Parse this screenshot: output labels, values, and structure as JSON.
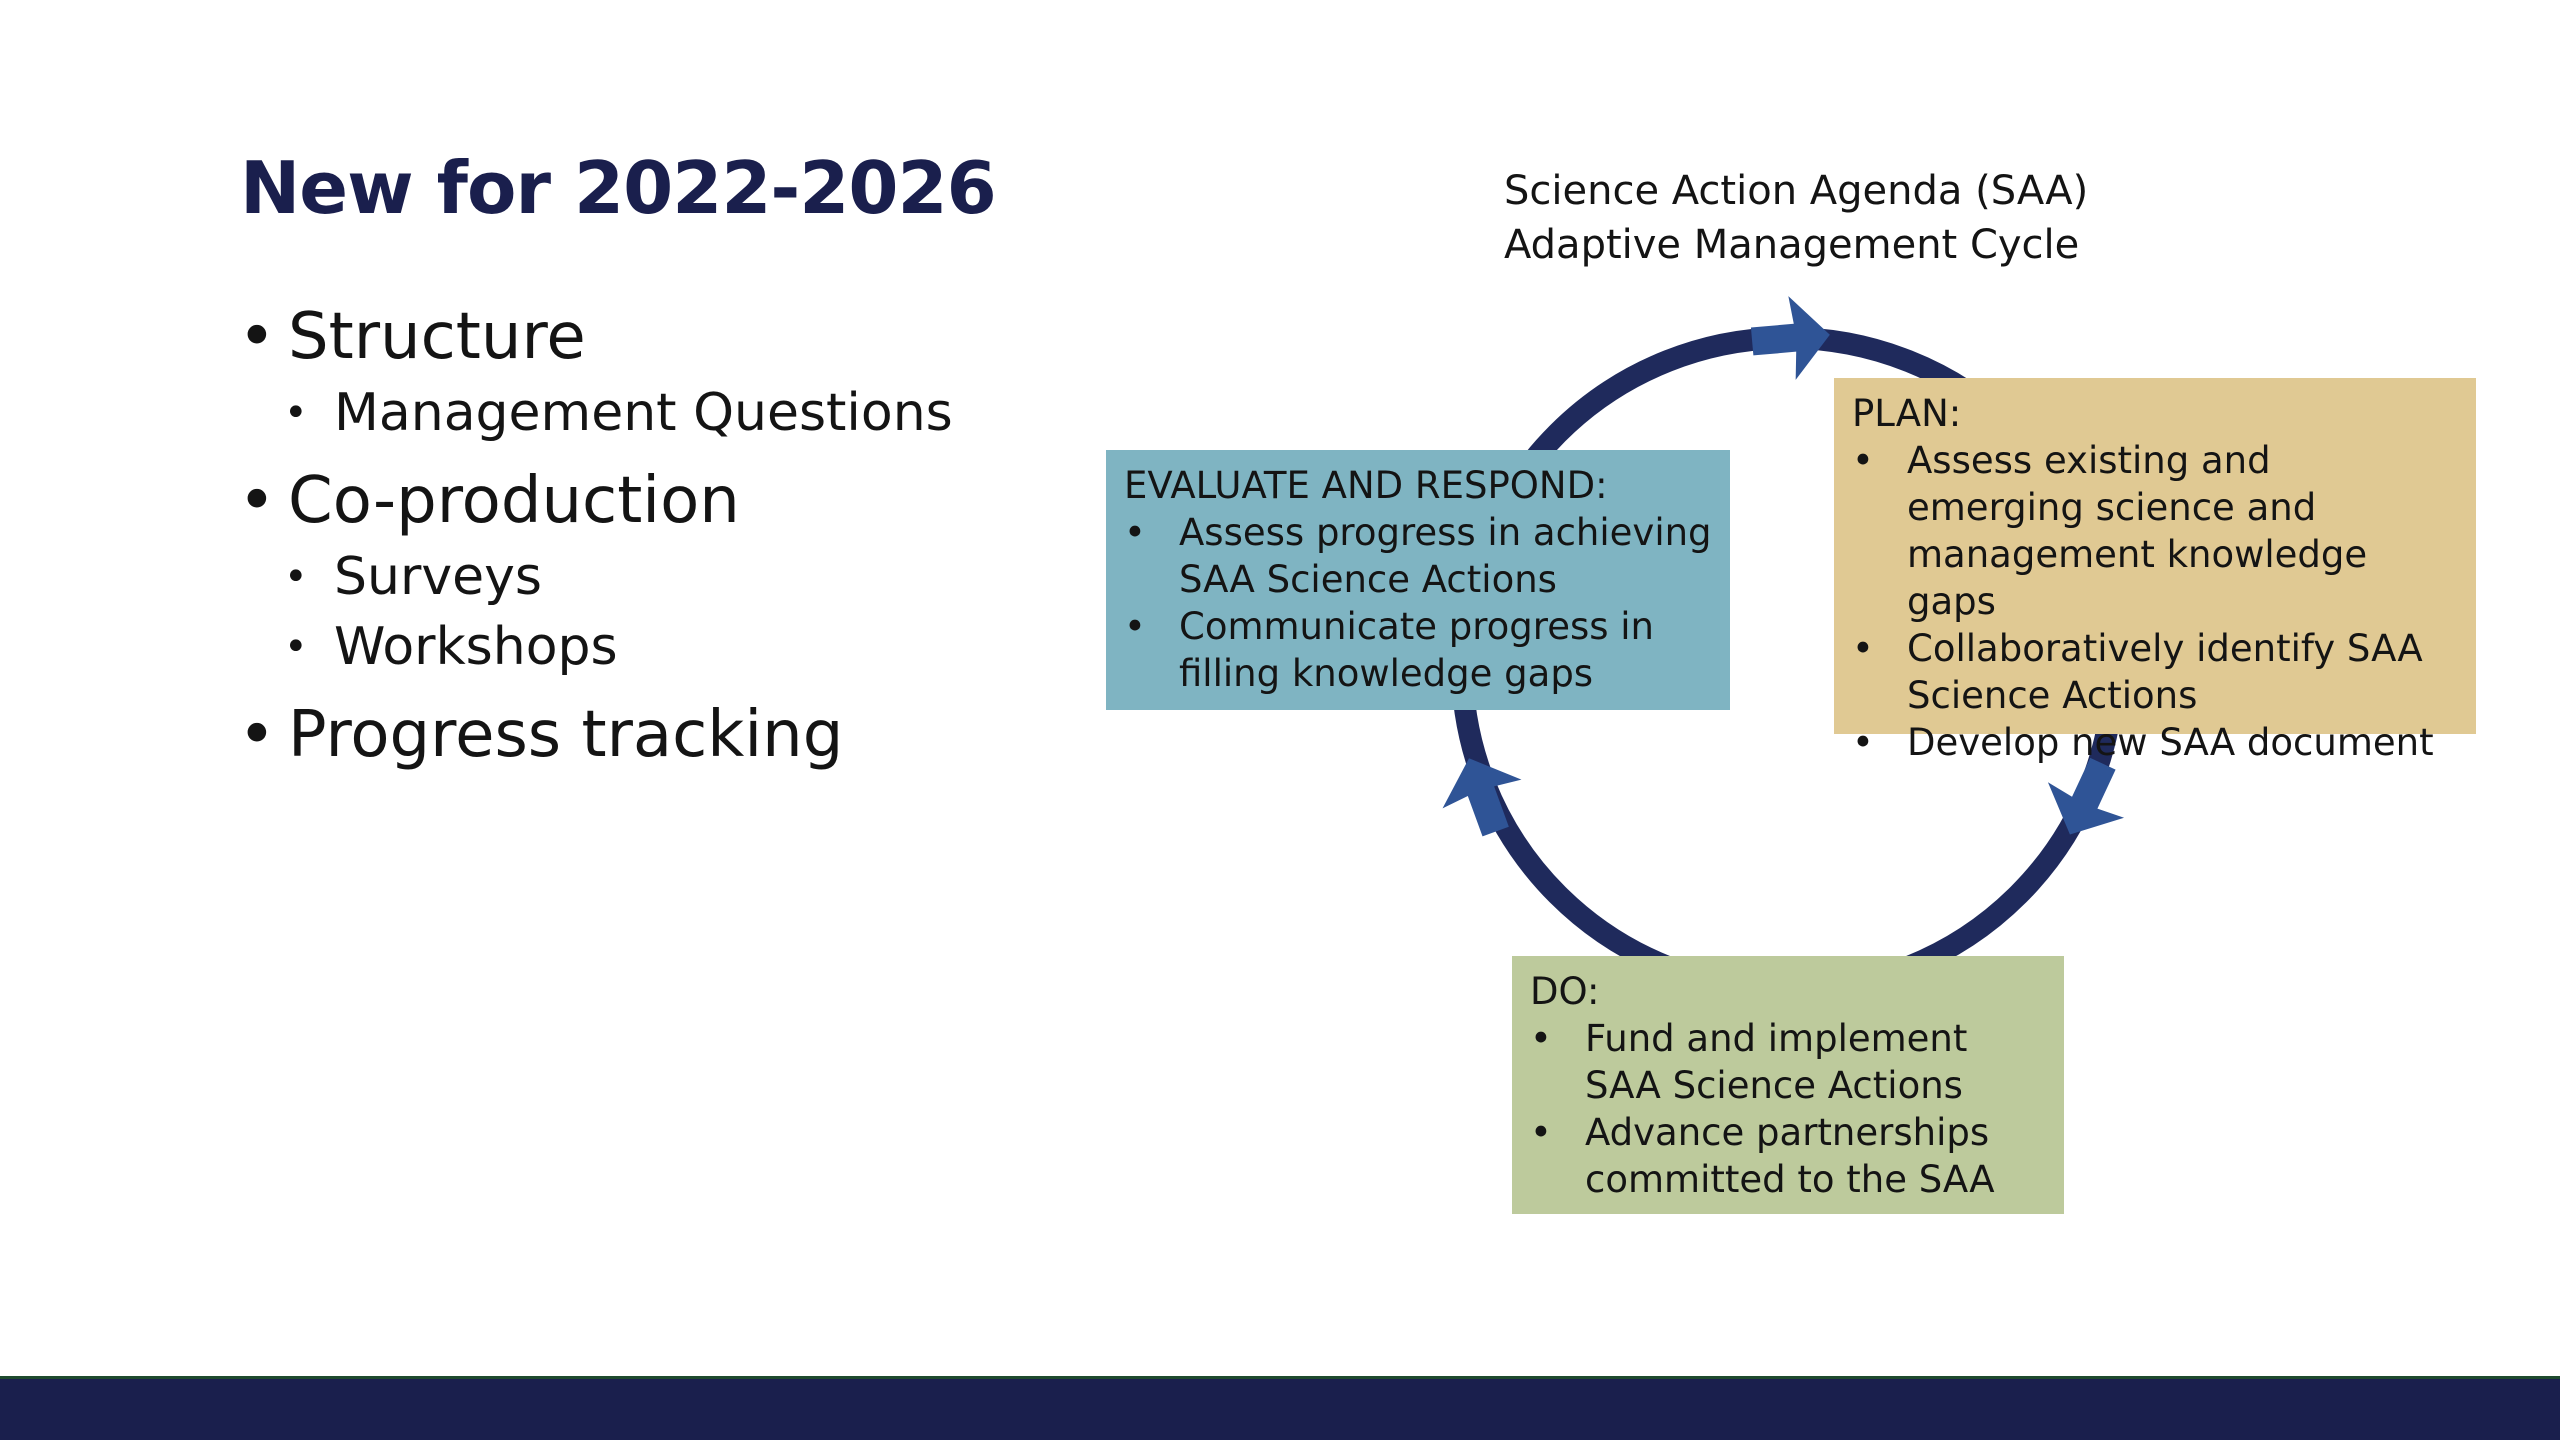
{
  "title": "New for 2022-2026",
  "bullets": [
    {
      "label": "Structure",
      "sub": [
        "Management Questions"
      ]
    },
    {
      "label": "Co-production",
      "sub": [
        "Surveys",
        "Workshops"
      ]
    },
    {
      "label": "Progress tracking",
      "sub": []
    }
  ],
  "cycle": {
    "caption_line1": "Science Action Agenda (SAA)",
    "caption_line2": "Adaptive Management Cycle",
    "ring_color": "#1f2a5c",
    "arrow_color": "#2f5496",
    "evaluate": {
      "heading": "EVALUATE AND RESPOND:",
      "items": [
        "Assess progress in achieving SAA Science Actions",
        "Communicate progress in filling knowledge gaps"
      ],
      "color": "#7fb4c2"
    },
    "plan": {
      "heading": "PLAN:",
      "items": [
        "Assess existing and emerging science and management knowledge gaps",
        "Collaboratively identify SAA Science Actions",
        "Develop new SAA document"
      ],
      "color": "#e0c993"
    },
    "do": {
      "heading": "DO:",
      "items": [
        "Fund and implement SAA Science Actions",
        "Advance partnerships committed to the SAA"
      ],
      "color": "#bdca9c"
    }
  },
  "footer": {
    "color": "#1a1f4d"
  }
}
